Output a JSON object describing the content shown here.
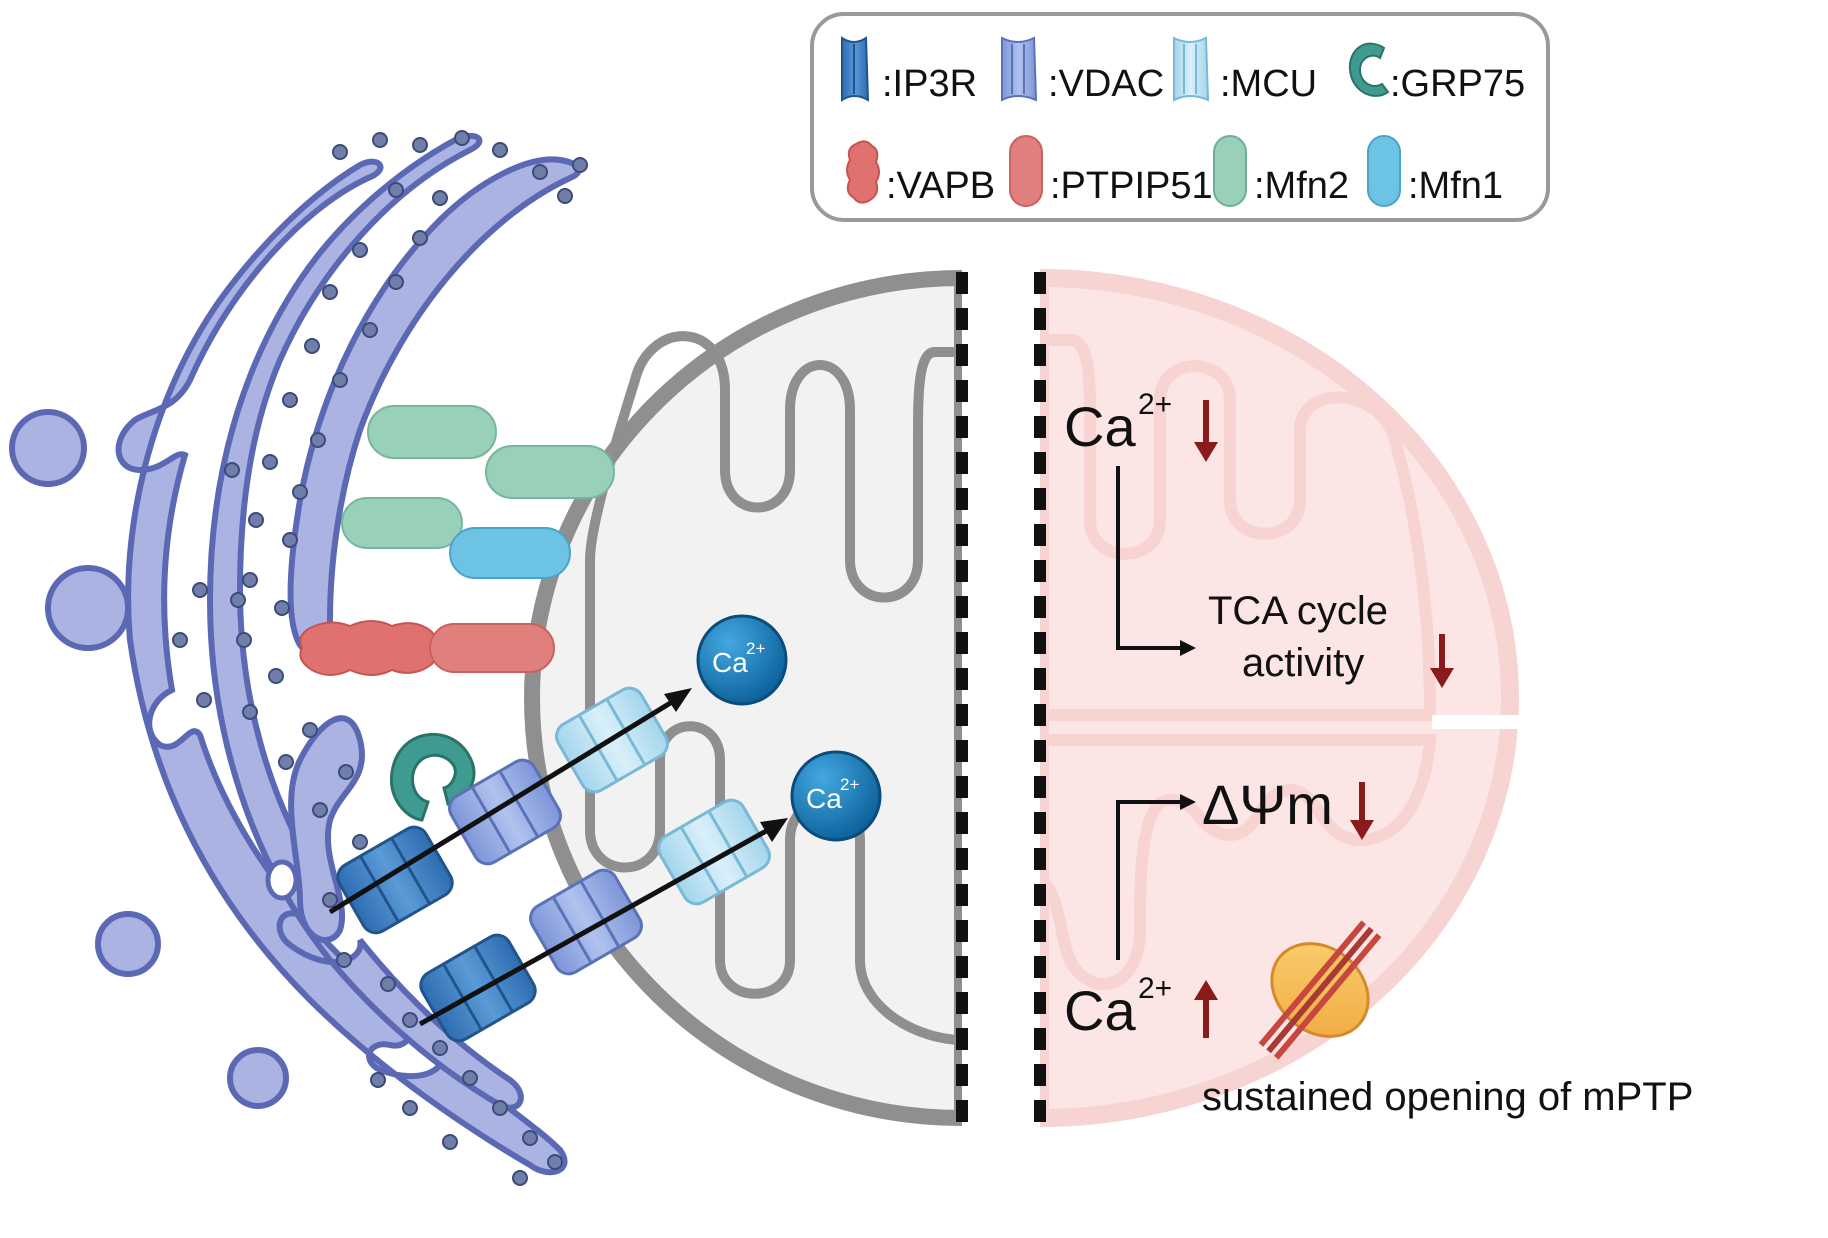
{
  "legend": {
    "row1": [
      {
        "icon": "ip3r-channel-icon",
        "label": ":IP3R"
      },
      {
        "icon": "vdac-channel-icon",
        "label": ":VDAC"
      },
      {
        "icon": "mcu-channel-icon",
        "label": ":MCU"
      },
      {
        "icon": "grp75-chaperone-icon",
        "label": ":GRP75"
      }
    ],
    "row2": [
      {
        "icon": "vapb-protein-icon",
        "label": ":VAPB"
      },
      {
        "icon": "ptpip51-protein-icon",
        "label": ":PTPIP51"
      },
      {
        "icon": "mfn2-protein-icon",
        "label": ":Mfn2"
      },
      {
        "icon": "mfn1-protein-icon",
        "label": ":Mfn1"
      }
    ]
  },
  "ions": {
    "symbol": "Ca",
    "charge": "2+"
  },
  "right_panel": {
    "ca_low": {
      "symbol": "Ca",
      "charge": "2+"
    },
    "tca_line1": "TCA cycle",
    "tca_line2": "activity",
    "delta_psi": "ΔΨm",
    "ca_high": {
      "symbol": "Ca",
      "charge": "2+"
    },
    "mptp_label": "sustained opening of mPTP"
  },
  "colors": {
    "er": "#8c98d2",
    "er_outline": "#5b69b4",
    "ip3r": "#3d7fc4",
    "vdac": "#8aa5e0",
    "mcu": "#b6e0f2",
    "grp75": "#3f9b90",
    "vapb": "#e0716f",
    "ptpip51": "#e0807c",
    "mfn2": "#98d0b9",
    "mfn1": "#6cc3e4",
    "mito_membrane": "#8f8f8f",
    "mito_pink": "#f7d3d1",
    "down_arrow": "#8b1a1a",
    "ion": "#1778b4"
  }
}
